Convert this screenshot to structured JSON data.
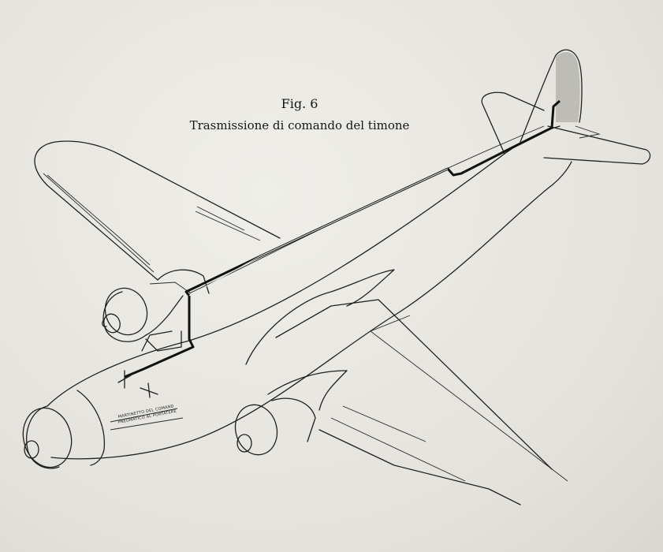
{
  "figure": {
    "number": "Fig. 6",
    "title": "Trasmissione di comando del timone"
  },
  "callout": {
    "line1": "MARTINETTO DEL COMAND",
    "line2": "PNEUMATICO AL PORTATERE"
  },
  "colors": {
    "paper": "#e6e4de",
    "ink": "#202020",
    "cable": "#111111"
  }
}
